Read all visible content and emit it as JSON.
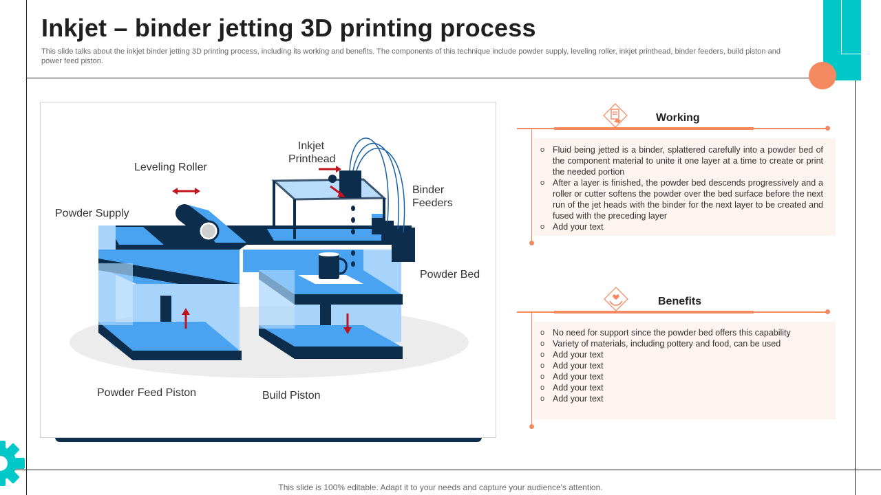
{
  "title": "Inkjet – binder jetting 3D printing process",
  "subtitle": "This slide talks about the inkjet binder jetting 3D printing process, including its working and benefits. The components of this technique include powder supply, leveling roller, inkjet printhead, binder feeders, build piston and power feed piston.",
  "diagram": {
    "labels": {
      "powder_supply": "Powder Supply",
      "leveling_roller": "Leveling Roller",
      "inkjet_printhead": "Inkjet\nPrinthead",
      "binder_feeders": "Binder\nFeeders",
      "powder_bed": "Powder Bed",
      "powder_feed_piston": "Powder Feed Piston",
      "build_piston": "Build Piston"
    }
  },
  "working": {
    "heading": "Working",
    "icon": "document-hand-icon",
    "items": [
      "Fluid being jetted is a binder, splattered carefully into a powder bed of the component material to unite it one layer at a time to create or print the needed portion",
      "After a layer is finished, the powder bed descends progressively and a roller or cutter softens the powder over the bed surface before the next run of the jet heads with the binder for the next layer to be created and fused with the preceding layer",
      "Add your text"
    ]
  },
  "benefits": {
    "heading": "Benefits",
    "icon": "hands-heart-icon",
    "items": [
      "No need for support since the powder bed offers this capability",
      "Variety of materials, including pottery and food, can be used",
      "Add your text",
      "Add your text",
      "Add your text",
      "Add your text",
      "Add your text"
    ]
  },
  "footer": "This slide is 100% editable. Adapt it to your needs and capture your audience's attention.",
  "colors": {
    "accent": "#f4895f",
    "teal": "#00c8c8",
    "navy": "#0d2d4d",
    "blue": "#4aa3f0",
    "panel_bg": "#fdf3ef"
  }
}
